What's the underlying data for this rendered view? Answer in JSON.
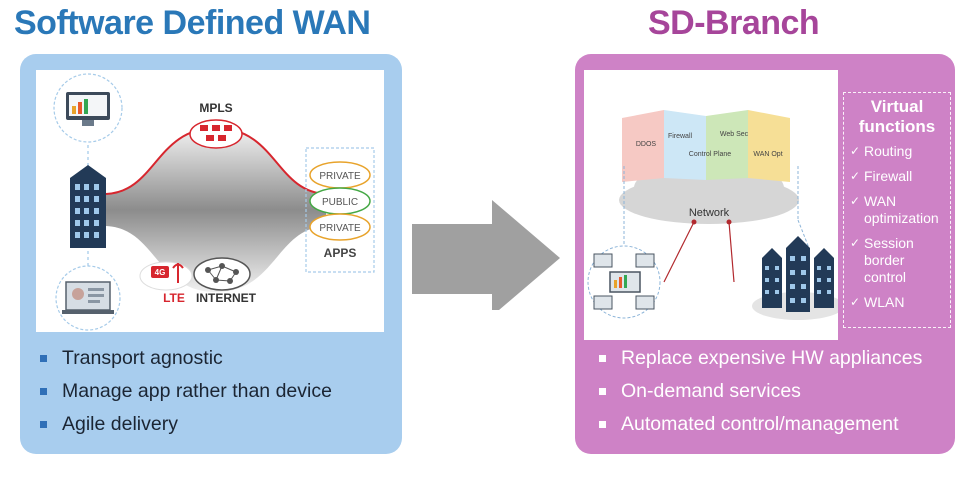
{
  "left": {
    "title": "Software Defined WAN",
    "diagram": {
      "mpls": "MPLS",
      "private1": "PRIVATE",
      "public": "PUBLIC",
      "private2": "PRIVATE",
      "apps": "APPS",
      "lte": "LTE",
      "lte_badge": "4G",
      "internet": "INTERNET"
    },
    "bullets": [
      "Transport agnostic",
      "Manage app rather than device",
      "Agile delivery"
    ]
  },
  "right": {
    "title": "SD-Branch",
    "diagram": {
      "network": "Network",
      "cube1": "DDOS",
      "cube2": "Firewall",
      "cube3": "Control Plane",
      "cube4": "Web Sec",
      "cube5": "WAN Opt"
    },
    "virtual_functions": {
      "title": "Virtual functions",
      "items": [
        "Routing",
        "Firewall",
        "WAN optimization",
        "Session border control",
        "WLAN"
      ]
    },
    "bullets": [
      "Replace expensive HW appliances",
      "On-demand services",
      "Automated control/management"
    ]
  },
  "colors": {
    "left_title": "#2a78b8",
    "right_title": "#a6459a",
    "left_panel": "#a8cdee",
    "right_panel": "#ce82c6",
    "arrow": "#a0a0a0",
    "mpls_red": "#d7262e"
  }
}
